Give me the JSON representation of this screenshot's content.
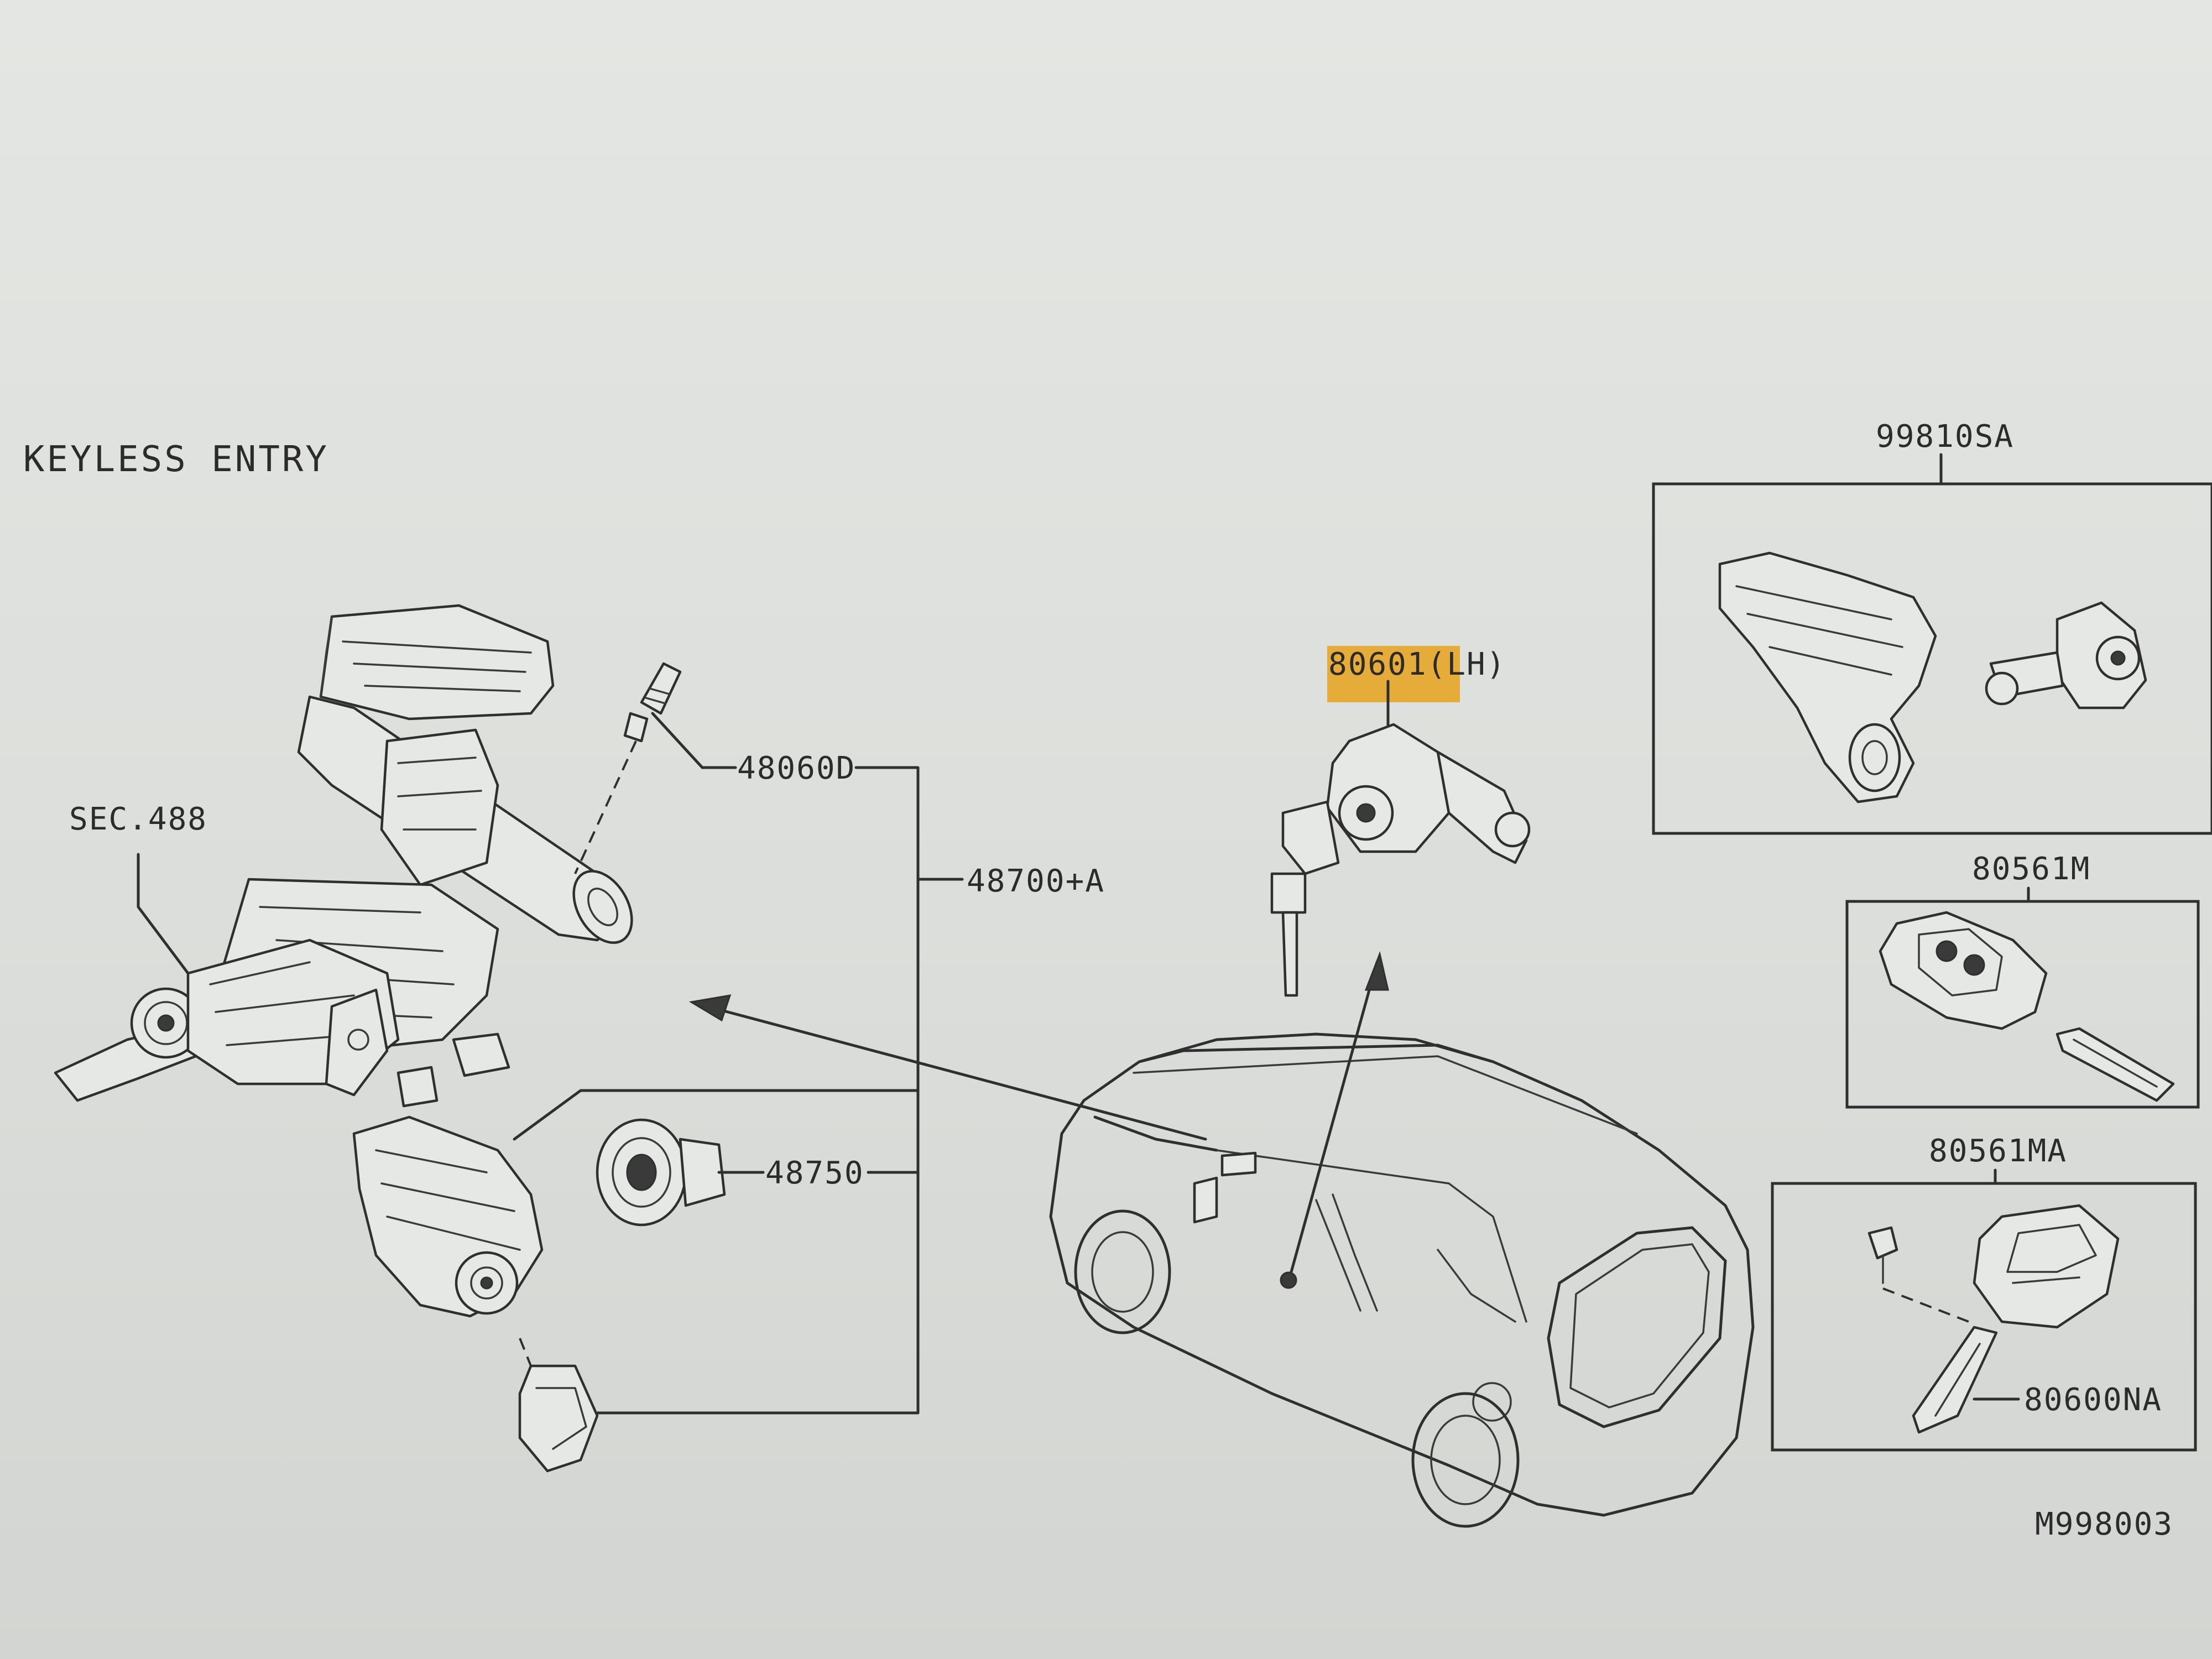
{
  "diagram": {
    "title": "KEYLESS ENTRY",
    "drawing_code": "M998003",
    "highlighted_part": "80601(LH)",
    "part_labels": [
      {
        "id": "sec-488",
        "text": "SEC.488"
      },
      {
        "id": "48060d",
        "text": "48060D"
      },
      {
        "id": "48700a",
        "text": "48700+A"
      },
      {
        "id": "48750",
        "text": "48750"
      },
      {
        "id": "80601lh",
        "text": "80601(LH)"
      },
      {
        "id": "99810sa",
        "text": "99810SA"
      },
      {
        "id": "80561m",
        "text": "80561M"
      },
      {
        "id": "80561ma",
        "text": "80561MA"
      },
      {
        "id": "80600na",
        "text": "80600NA"
      }
    ],
    "colors": {
      "background": "#dcdedb",
      "line": "#2f2f2f",
      "highlight": "#e7a21c"
    }
  }
}
